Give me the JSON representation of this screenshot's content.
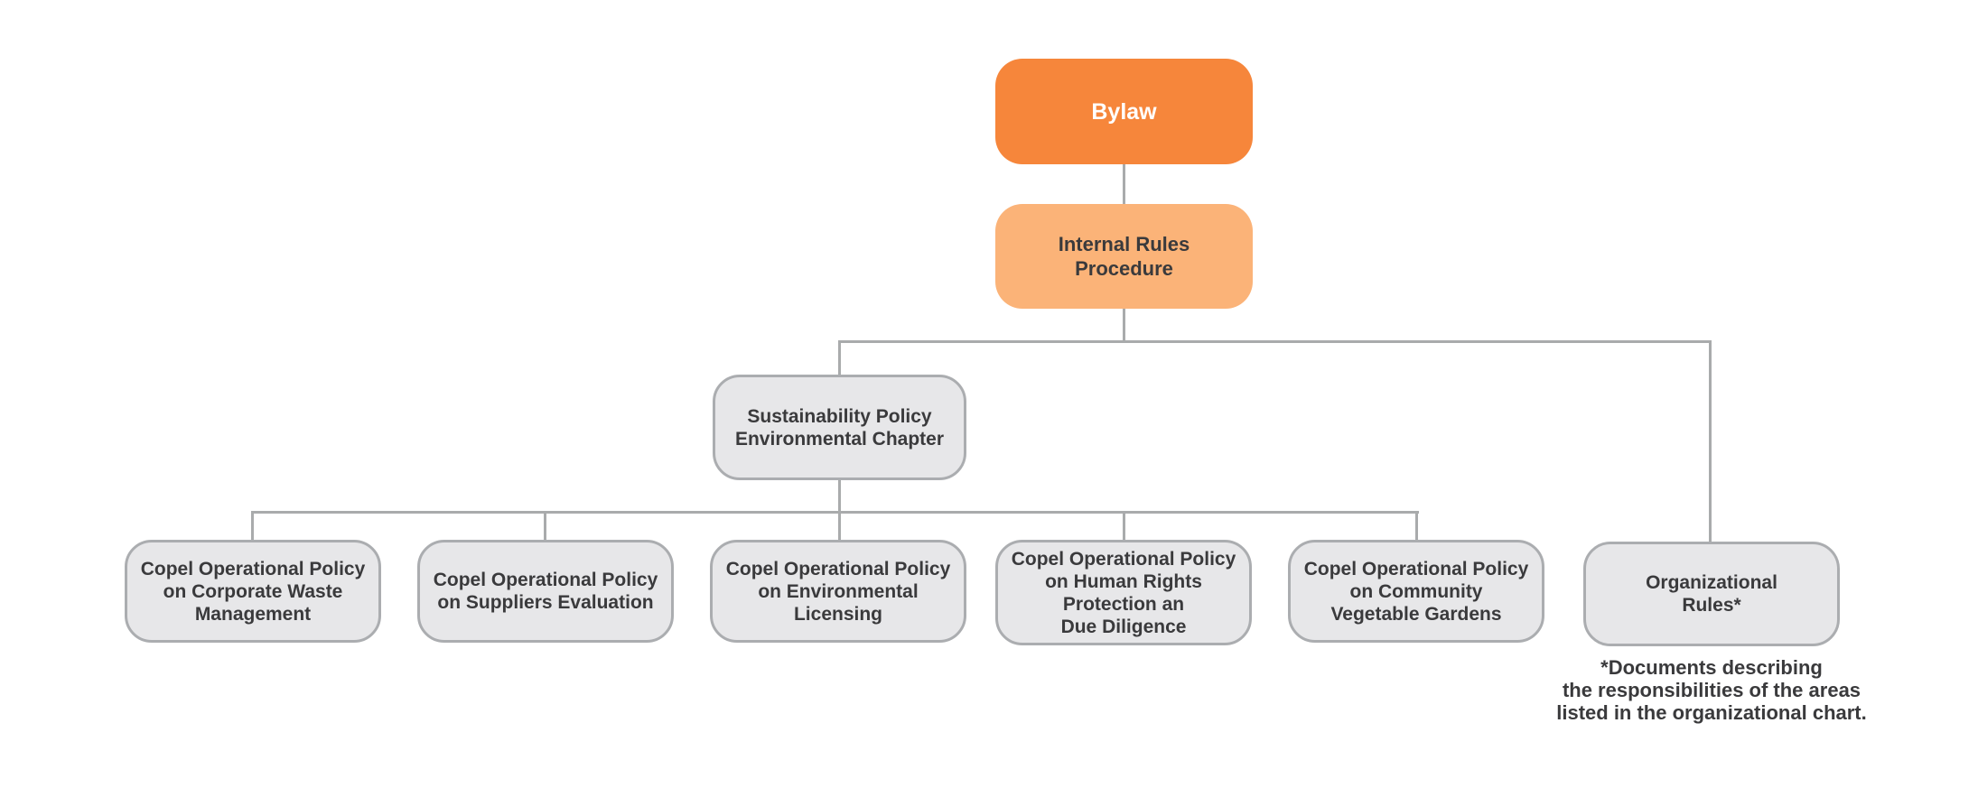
{
  "diagram": {
    "type": "org-chart",
    "nodes": {
      "bylaw": "Bylaw",
      "internal_rules": "Internal Rules\nProcedure",
      "sustainability": "Sustainability Policy\nEnvironmental Chapter",
      "waste": "Copel Operational Policy\non Corporate Waste\nManagement",
      "suppliers": "Copel Operational Policy\non Suppliers Evaluation",
      "licensing": "Copel Operational Policy\non Environmental\nLicensing",
      "human_rights": "Copel Operational Policy\non Human Rights\nProtection an\nDue Diligence",
      "gardens": "Copel Operational Policy\non Community\nVegetable Gardens",
      "org_rules": "Organizational\nRules*"
    },
    "edges": [
      [
        "bylaw",
        "internal_rules"
      ],
      [
        "internal_rules",
        "sustainability"
      ],
      [
        "internal_rules",
        "org_rules"
      ],
      [
        "sustainability",
        "waste"
      ],
      [
        "sustainability",
        "suppliers"
      ],
      [
        "sustainability",
        "licensing"
      ],
      [
        "sustainability",
        "human_rights"
      ],
      [
        "sustainability",
        "gardens"
      ]
    ],
    "footnote": "*Documents describing\nthe responsibilities of the areas\nlisted in the organizational chart.",
    "colors": {
      "primary_orange": "#F6863B",
      "secondary_orange": "#FBB378",
      "gray_fill": "#E7E7E9",
      "gray_border": "#ABADB0",
      "connector_gray": "#A9ABAC",
      "text_dark": "#3A3A3C",
      "text_light": "#FFFFFF",
      "background": "#FFFFFF"
    }
  }
}
